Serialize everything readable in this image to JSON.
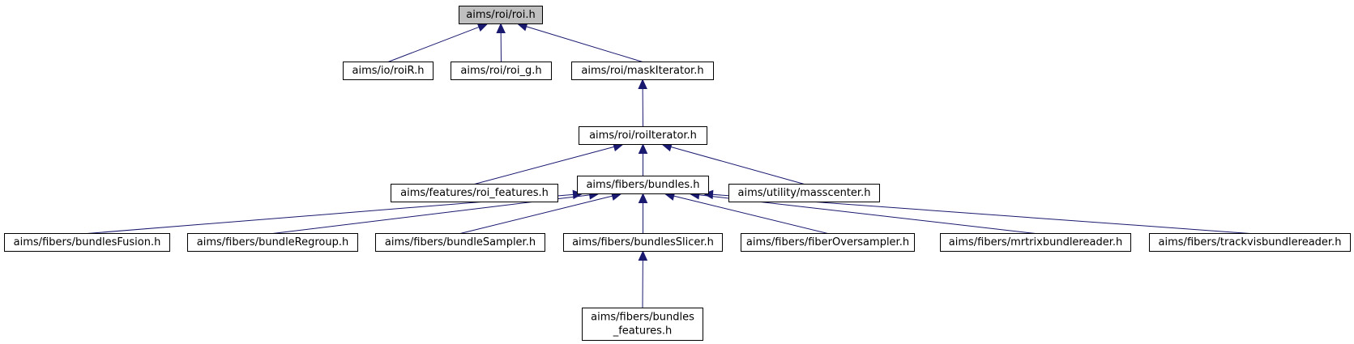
{
  "nodes": [
    {
      "id": "roi",
      "lines": [
        "aims/roi/roi.h"
      ],
      "root": true
    },
    {
      "id": "roiR",
      "lines": [
        "aims/io/roiR.h"
      ]
    },
    {
      "id": "roi_g",
      "lines": [
        "aims/roi/roi_g.h"
      ]
    },
    {
      "id": "maskIterator",
      "lines": [
        "aims/roi/maskIterator.h"
      ]
    },
    {
      "id": "roiIterator",
      "lines": [
        "aims/roi/roiIterator.h"
      ]
    },
    {
      "id": "roi_features",
      "lines": [
        "aims/features/roi_features.h"
      ]
    },
    {
      "id": "bundles",
      "lines": [
        "aims/fibers/bundles.h"
      ]
    },
    {
      "id": "masscenter",
      "lines": [
        "aims/utility/masscenter.h"
      ]
    },
    {
      "id": "bundlesFusion",
      "lines": [
        "aims/fibers/bundlesFusion.h"
      ]
    },
    {
      "id": "bundleRegroup",
      "lines": [
        "aims/fibers/bundleRegroup.h"
      ]
    },
    {
      "id": "bundleSampler",
      "lines": [
        "aims/fibers/bundleSampler.h"
      ]
    },
    {
      "id": "bundlesSlicer",
      "lines": [
        "aims/fibers/bundlesSlicer.h"
      ]
    },
    {
      "id": "fiberOversampler",
      "lines": [
        "aims/fibers/fiberOversampler.h"
      ]
    },
    {
      "id": "mrtrixbundlereader",
      "lines": [
        "aims/fibers/mrtrixbundlereader.h"
      ]
    },
    {
      "id": "trackvisbundlereader",
      "lines": [
        "aims/fibers/trackvisbundlereader.h"
      ]
    },
    {
      "id": "bundles_features",
      "lines": [
        "aims/fibers/bundles",
        "_features.h"
      ]
    }
  ],
  "edges": [
    {
      "from": "roi",
      "to": "roiR"
    },
    {
      "from": "roi",
      "to": "roi_g"
    },
    {
      "from": "roi",
      "to": "maskIterator"
    },
    {
      "from": "maskIterator",
      "to": "roiIterator"
    },
    {
      "from": "roiIterator",
      "to": "roi_features"
    },
    {
      "from": "roiIterator",
      "to": "bundles"
    },
    {
      "from": "roiIterator",
      "to": "masscenter"
    },
    {
      "from": "bundles",
      "to": "bundlesFusion"
    },
    {
      "from": "bundles",
      "to": "bundleRegroup"
    },
    {
      "from": "bundles",
      "to": "bundleSampler"
    },
    {
      "from": "bundles",
      "to": "bundlesSlicer"
    },
    {
      "from": "bundles",
      "to": "fiberOversampler"
    },
    {
      "from": "bundles",
      "to": "mrtrixbundlereader"
    },
    {
      "from": "bundles",
      "to": "trackvisbundlereader"
    },
    {
      "from": "bundlesSlicer",
      "to": "bundles_features"
    }
  ],
  "colors": {
    "edge": "#191970",
    "root_fill": "#bfbfbf",
    "node_fill": "#ffffff",
    "node_stroke": "#000000"
  }
}
